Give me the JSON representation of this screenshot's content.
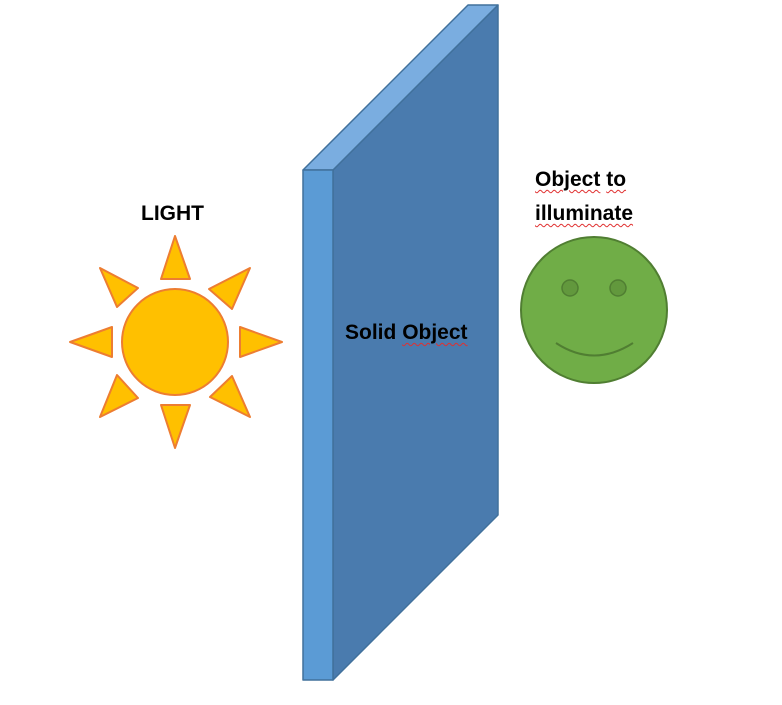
{
  "labels": {
    "light": "LIGHT",
    "solid_object_word1": "Solid",
    "solid_object_word2": "Object",
    "target_line1_word1": "Object",
    "target_line1_word2": "to",
    "target_line2": "illuminate"
  },
  "icons": {
    "light_source": "sun-icon",
    "target_object": "smiley-face-icon"
  },
  "colors": {
    "sun_fill": "#FFC000",
    "sun_stroke": "#ED7D31",
    "slab_front": "#5B9BD5",
    "slab_top": "#7AADE0",
    "slab_side": "#4A7BAE",
    "slab_stroke": "#41719C",
    "face_fill": "#70AD47",
    "face_stroke": "#507E32",
    "spellcheck_underline": "#E03030"
  }
}
